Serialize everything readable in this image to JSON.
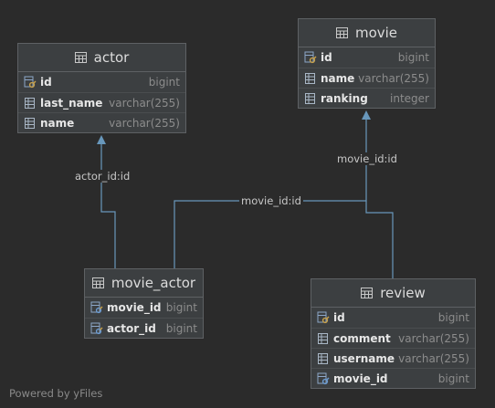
{
  "tables": {
    "actor": {
      "title": "actor",
      "columns": [
        {
          "name": "id",
          "type": "bigint",
          "icon": "primary-key-column-icon"
        },
        {
          "name": "last_name",
          "type": "varchar(255)",
          "icon": "column-icon"
        },
        {
          "name": "name",
          "type": "varchar(255)",
          "icon": "column-icon"
        }
      ]
    },
    "movie": {
      "title": "movie",
      "columns": [
        {
          "name": "id",
          "type": "bigint",
          "icon": "primary-key-column-icon"
        },
        {
          "name": "name",
          "type": "varchar(255)",
          "icon": "column-icon"
        },
        {
          "name": "ranking",
          "type": "integer",
          "icon": "column-icon"
        }
      ]
    },
    "movie_actor": {
      "title": "movie_actor",
      "columns": [
        {
          "name": "movie_id",
          "type": "bigint",
          "icon": "primary-foreign-key-column-icon"
        },
        {
          "name": "actor_id",
          "type": "bigint",
          "icon": "primary-foreign-key-column-icon"
        }
      ]
    },
    "review": {
      "title": "review",
      "columns": [
        {
          "name": "id",
          "type": "bigint",
          "icon": "primary-key-column-icon"
        },
        {
          "name": "comment",
          "type": "varchar(255)",
          "icon": "column-icon"
        },
        {
          "name": "username",
          "type": "varchar(255)",
          "icon": "column-icon"
        },
        {
          "name": "movie_id",
          "type": "bigint",
          "icon": "foreign-key-column-icon"
        }
      ]
    }
  },
  "edges": {
    "actor_fk": "actor_id:id",
    "movie_fk_from_movie_actor": "movie_id:id",
    "movie_fk_from_review": "movie_id:id"
  },
  "footer": "Powered by yFiles",
  "colors": {
    "background": "#2b2b2b",
    "table_bg": "#3c3f41",
    "edge": "#6897bb",
    "key_gold": "#c9a24a",
    "fk_blue": "#6b9bd1"
  }
}
